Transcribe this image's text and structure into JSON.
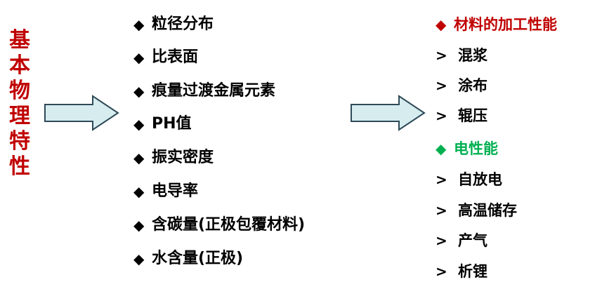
{
  "colors": {
    "title": "#c00000",
    "category_processing": "#c00000",
    "category_electrical": "#00b050",
    "arrow_fill": "#d6ecee",
    "arrow_stroke": "#2e4a58",
    "bullet": "#000000"
  },
  "title_chars": [
    "基",
    "本",
    "物",
    "理",
    "特",
    "性"
  ],
  "properties": [
    "粒径分布",
    "比表面",
    "痕量过渡金属元素",
    "PH值",
    "振实密度",
    "电导率",
    "含碳量(正极包覆材料)",
    "水含量(正极)"
  ],
  "performance": {
    "processing": {
      "label": "材料的加工性能",
      "items": [
        "混浆",
        "涂布",
        "辊压"
      ]
    },
    "electrical": {
      "label": "电性能",
      "items": [
        "自放电",
        "高温储存",
        "产气",
        "析锂"
      ]
    }
  },
  "icons": {
    "bullet_diamond": "diamond-icon",
    "bullet_chevron": "chevron-right-icon",
    "connector": "block-arrow-right-icon"
  }
}
